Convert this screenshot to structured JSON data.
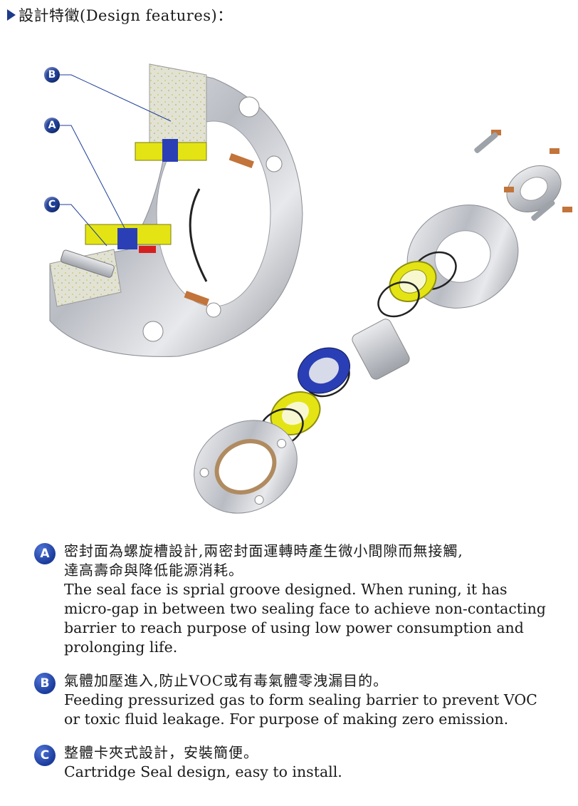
{
  "heading": "設計特徵(Design features)：",
  "markers": {
    "a": "A",
    "b": "B",
    "c": "C"
  },
  "features": [
    {
      "letter": "A",
      "zh": "密封面為螺旋槽設計,兩密封面運轉時產生微小間隙而無接觸,\n達高壽命與降低能源消耗。",
      "en": "The seal face is sprial groove designed. When runing, it has\nmicro-gap in between two sealing face to achieve non-contacting\nbarrier to reach purpose of using low power consumption and\nprolonging life."
    },
    {
      "letter": "B",
      "zh": "氣體加壓進入,防止VOC或有毒氣體零洩漏目的。",
      "en": " Feeding pressurized gas to form sealing barrier to prevent VOC\nor toxic fluid leakage. For purpose of making zero emission."
    },
    {
      "letter": "C",
      "zh": "整體卡夾式設計，安裝簡便。",
      "en": "Cartridge Seal design, easy to install."
    }
  ],
  "colors": {
    "badge": "#1f3f99",
    "seal_face_yellow": "#e4e414",
    "seal_face_blue": "#2a3fb5",
    "spring_red": "#d62020",
    "metal": "#c9ccd2"
  }
}
